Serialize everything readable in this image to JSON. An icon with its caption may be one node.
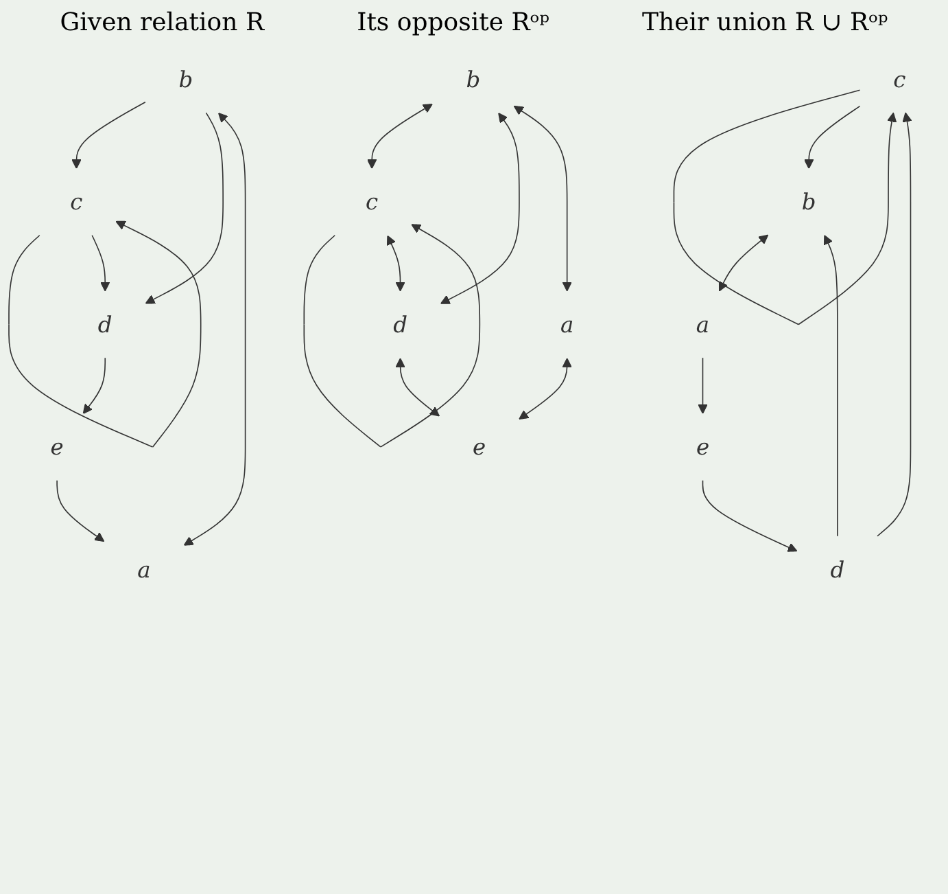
{
  "diagram": {
    "nodes": [
      {
        "text": [
          "c"
        ]
      },
      {
        "text": [
          "d"
        ]
      },
      {
        "text": [
          "b"
        ]
      },
      {
        "text": [
          "e"
        ]
      },
      {
        "text": [
          "a"
        ]
      },
      {
        "text": [
          "c"
        ]
      },
      {
        "text": [
          "d"
        ]
      },
      {
        "text": [
          "b"
        ]
      },
      {
        "text": [
          "e"
        ]
      },
      {
        "text": [
          "a"
        ]
      },
      {
        "text": [
          "c"
        ]
      },
      {
        "text": [
          "d"
        ]
      },
      {
        "text": [
          "b"
        ]
      },
      {
        "text": [
          "e"
        ]
      },
      {
        "text": [
          "a"
        ]
      }
    ],
    "edges": [
      {
        "from": 0,
        "to": 0,
        "arrow": "to"
      },
      {
        "from": 0,
        "to": 1,
        "arrow": "to"
      },
      {
        "from": 2,
        "to": 0,
        "arrow": "to"
      },
      {
        "from": 2,
        "to": 1,
        "arrow": "to"
      },
      {
        "from": 1,
        "to": 3,
        "arrow": "to"
      },
      {
        "from": 3,
        "to": 4,
        "arrow": "to"
      },
      {
        "from": 2,
        "to": 4,
        "arrow": "both"
      },
      {
        "from": 5,
        "to": 5,
        "arrow": "to"
      },
      {
        "from": 6,
        "to": 5,
        "arrow": "to"
      },
      {
        "from": 5,
        "to": 7,
        "arrow": "to"
      },
      {
        "from": 6,
        "to": 7,
        "arrow": "to"
      },
      {
        "from": 8,
        "to": 6,
        "arrow": "to"
      },
      {
        "from": 9,
        "to": 8,
        "arrow": "to"
      },
      {
        "from": 7,
        "to": 9,
        "arrow": "both"
      },
      {
        "from": 10,
        "to": 10,
        "arrow": "to"
      },
      {
        "from": 10,
        "to": 11,
        "arrow": "both"
      },
      {
        "from": 12,
        "to": 10,
        "arrow": "both"
      },
      {
        "from": 12,
        "to": 11,
        "arrow": "both"
      },
      {
        "from": 11,
        "to": 13,
        "arrow": "both"
      },
      {
        "from": 14,
        "to": 13,
        "arrow": "both"
      },
      {
        "from": 12,
        "to": 14,
        "arrow": "both"
      }
    ],
    "labels": [
      "Given relation R",
      "Its opposite Rᵒᵖ",
      "Their union R ∪ Rᵒᵖ"
    ]
  }
}
